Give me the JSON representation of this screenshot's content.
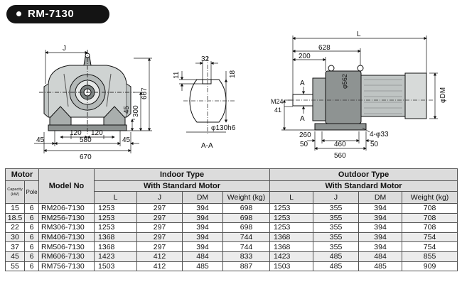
{
  "title": "RM-7130",
  "drawing_front": {
    "dims": {
      "J": "J",
      "h1": "667",
      "h2": "300",
      "h3": "45",
      "w120a": "120",
      "w120b": "120",
      "w580": "580",
      "w670": "670",
      "w45a": "45",
      "w45b": "45"
    }
  },
  "drawing_section": {
    "dims": {
      "d32": "32",
      "d11": "11",
      "d18": "18",
      "shaft": "φ130h6",
      "label": "A-A"
    }
  },
  "drawing_side": {
    "dims": {
      "L": "L",
      "d628": "628",
      "d200": "200",
      "d562": "φ562",
      "A_top": "A",
      "A_bottom": "A",
      "M24": "M24",
      "d41": "41",
      "d260": "260",
      "d50a": "50",
      "d460": "460",
      "d50b": "50",
      "d560": "560",
      "holes": "4-φ33",
      "DM": "φDM"
    }
  },
  "table": {
    "motor_header": "Motor",
    "model_header": "Model No",
    "capacity_header": "Capacity (kW)",
    "pole_header": "Pole",
    "indoor_header": "Indoor Type",
    "outdoor_header": "Outdoor Type",
    "std_motor_header": "With Standard Motor",
    "col_L": "L",
    "col_J": "J",
    "col_DM": "DM",
    "col_weight": "Weight (kg)",
    "rows": [
      {
        "cap": "15",
        "pole": "6",
        "model": "RM206-7130",
        "in_L": "1253",
        "in_J": "297",
        "in_DM": "394",
        "in_W": "698",
        "out_L": "1253",
        "out_J": "355",
        "out_DM": "394",
        "out_W": "708"
      },
      {
        "cap": "18.5",
        "pole": "6",
        "model": "RM256-7130",
        "in_L": "1253",
        "in_J": "297",
        "in_DM": "394",
        "in_W": "698",
        "out_L": "1253",
        "out_J": "355",
        "out_DM": "394",
        "out_W": "708"
      },
      {
        "cap": "22",
        "pole": "6",
        "model": "RM306-7130",
        "in_L": "1253",
        "in_J": "297",
        "in_DM": "394",
        "in_W": "698",
        "out_L": "1253",
        "out_J": "355",
        "out_DM": "394",
        "out_W": "708"
      },
      {
        "cap": "30",
        "pole": "6",
        "model": "RM406-7130",
        "in_L": "1368",
        "in_J": "297",
        "in_DM": "394",
        "in_W": "744",
        "out_L": "1368",
        "out_J": "355",
        "out_DM": "394",
        "out_W": "754"
      },
      {
        "cap": "37",
        "pole": "6",
        "model": "RM506-7130",
        "in_L": "1368",
        "in_J": "297",
        "in_DM": "394",
        "in_W": "744",
        "out_L": "1368",
        "out_J": "355",
        "out_DM": "394",
        "out_W": "754"
      },
      {
        "cap": "45",
        "pole": "6",
        "model": "RM606-7130",
        "in_L": "1423",
        "in_J": "412",
        "in_DM": "484",
        "in_W": "833",
        "out_L": "1423",
        "out_J": "485",
        "out_DM": "484",
        "out_W": "855"
      },
      {
        "cap": "55",
        "pole": "6",
        "model": "RM756-7130",
        "in_L": "1503",
        "in_J": "412",
        "in_DM": "485",
        "in_W": "887",
        "out_L": "1503",
        "out_J": "485",
        "out_DM": "485",
        "out_W": "909"
      }
    ]
  }
}
